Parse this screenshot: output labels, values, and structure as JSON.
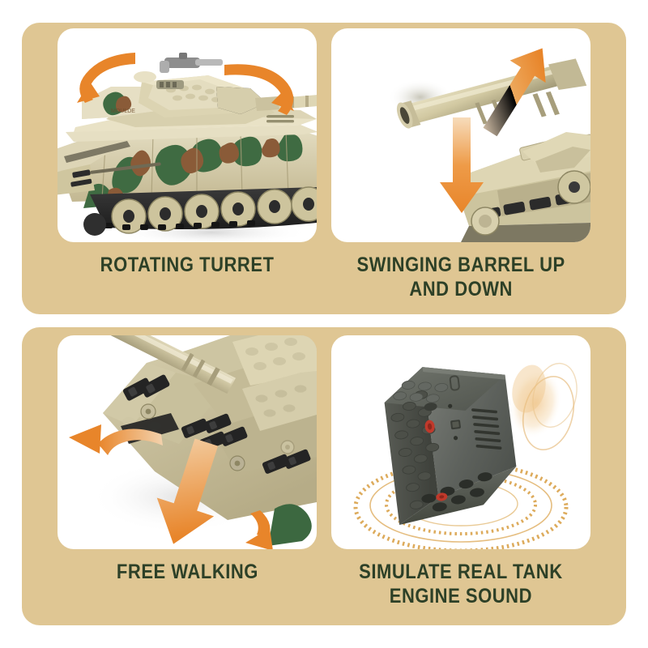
{
  "meta": {
    "background_color": "#ffffff",
    "panel_color": "#dfc693",
    "card_color": "#ffffff",
    "caption_color": "#2d4027",
    "arrow_color": "#e8852a",
    "arrow_color_light": "#f5d3a8",
    "accent_ring_color": "#d9a24a"
  },
  "panels": [
    {
      "id": "panel-top",
      "features": [
        {
          "id": "rotating-turret",
          "caption": "ROTATING TURRET",
          "image_name": "tank-rotating-turret-photo",
          "arrows": [
            "curved-arrow-left",
            "curved-arrow-right"
          ]
        },
        {
          "id": "swinging-barrel",
          "caption": "SWINGING BARREL UP\nAND DOWN",
          "image_name": "tank-barrel-elevation-photo",
          "arrows": [
            "arrow-up",
            "arrow-down"
          ]
        }
      ]
    },
    {
      "id": "panel-bottom",
      "features": [
        {
          "id": "free-walking",
          "caption": "FREE WALKING",
          "image_name": "tank-free-walking-photo",
          "arrows": [
            "arrow-left",
            "arrow-down",
            "curved-arrow-bottom-right"
          ]
        },
        {
          "id": "engine-sound",
          "caption": "SIMULATE REAL TANK\nENGINE SOUND",
          "image_name": "sound-module-photo",
          "arrows": []
        }
      ]
    }
  ]
}
